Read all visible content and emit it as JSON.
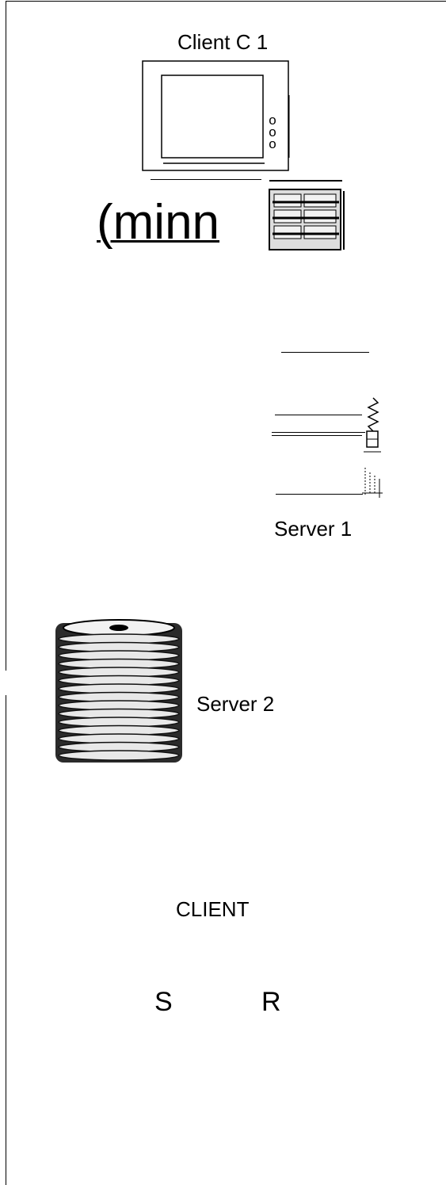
{
  "diagram": {
    "client_c1": {
      "label": "Client C 1"
    },
    "client_caption": {
      "text": "(minn"
    },
    "server1": {
      "label": "Server 1"
    },
    "server2": {
      "label": "Server 2"
    },
    "client": {
      "label": "CLIENT"
    },
    "s": {
      "label": "S"
    },
    "r": {
      "label": "R"
    }
  }
}
